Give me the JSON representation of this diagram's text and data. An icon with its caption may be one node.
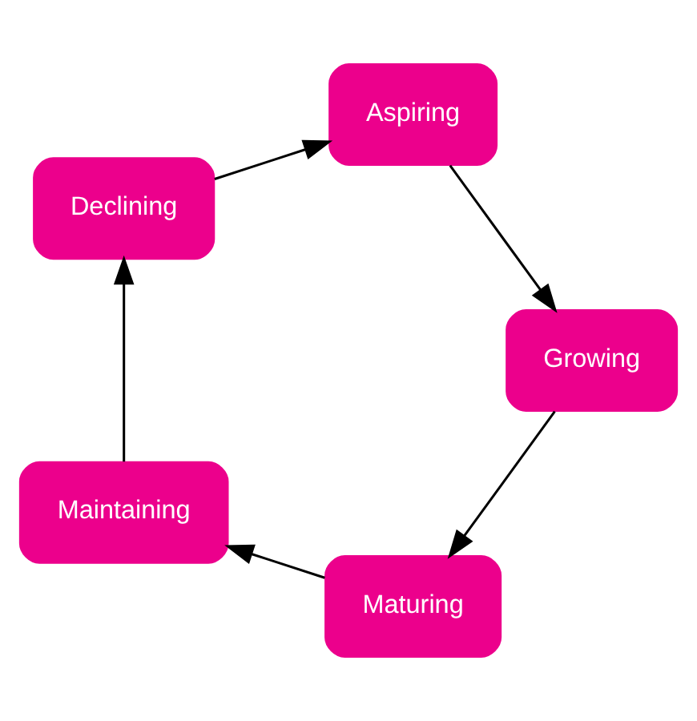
{
  "diagram": {
    "nodes": [
      {
        "text": [
          "Maturing"
        ]
      },
      {
        "text": [
          "Maintaining"
        ]
      },
      {
        "text": [
          "Declining"
        ]
      },
      {
        "text": [
          "Aspiring"
        ]
      },
      {
        "text": [
          "Growing"
        ]
      }
    ],
    "edges": [
      {
        "from": 0,
        "to": 1,
        "arrow": "to"
      },
      {
        "from": 1,
        "to": 2,
        "arrow": "to"
      },
      {
        "from": 2,
        "to": 3,
        "arrow": "to"
      },
      {
        "from": 3,
        "to": 4,
        "arrow": "to"
      },
      {
        "from": 4,
        "to": 0,
        "arrow": "to"
      }
    ]
  }
}
